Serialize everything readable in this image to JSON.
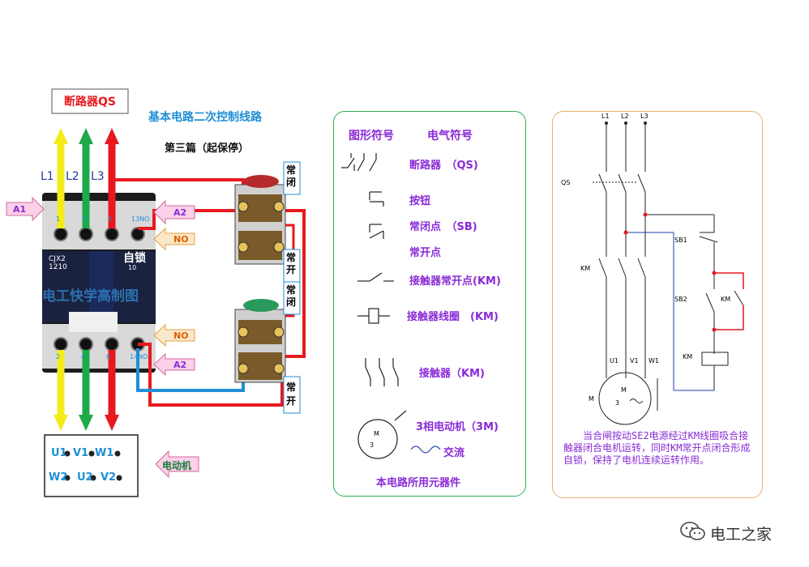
{
  "left": {
    "qs_label": "断路器QS",
    "title": "基本电路二次控制线路",
    "subtitle": "第三篇（起保停）",
    "l1": "L1",
    "l2": "L2",
    "l3": "L3",
    "a1": "A1",
    "a2_top": "A2",
    "no_top": "NO",
    "a2_bottom": "A2",
    "no_bottom": "NO",
    "self_lock": "自锁",
    "model": "CJX2\n1210",
    "model_sub": "10",
    "watermark": "电工快学高制图",
    "nc_label": "常\n闭",
    "no_label_top": "常\n开",
    "nc_label2": "常\n闭",
    "no_label_bottom": "常\n开",
    "motor_box": "电动机",
    "terms": [
      "U1",
      "V1",
      "W1",
      "W2",
      "U2",
      "V2"
    ],
    "top_terms": [
      "1",
      "3",
      "5",
      "13NO"
    ],
    "bottom_terms": [
      "2",
      "4",
      "6",
      "14NO"
    ]
  },
  "middle": {
    "col1": "图形符号",
    "col2": "电气符号",
    "rows": [
      "断路器　（QS)",
      "按钮",
      "常闭点　（SB)",
      "常开点",
      "接触器常开点(KM)",
      "接触器线圈　(KM)",
      "接触器（KM)",
      "3相电动机（3M)",
      "交流"
    ],
    "footer": "本电路所用元器件",
    "motor_sym": "M",
    "motor_num": "3"
  },
  "right": {
    "labels": {
      "l1": "L1",
      "l2": "L2",
      "l3": "L3",
      "qs": "QS",
      "km": "KM",
      "sb1": "SB1",
      "sb2": "SB2",
      "km_coil": "KM",
      "km_aux": "KM",
      "u1": "U1",
      "v1": "V1",
      "w1": "W1",
      "m": "M",
      "m2": "M",
      "three": "3"
    },
    "description": "当合闸按动SE2电源经过KM线圈吸合接触器闭合电机运转，同时KM常开点闭合形成自锁，保持了电机连续运转作用。"
  },
  "brand": "电工之家",
  "colors": {
    "red": "#e8191e",
    "green": "#1eaa4a",
    "yellow": "#f3ec1b",
    "blue": "#1f8fd6",
    "purple": "#8a2bd6",
    "dark_blue": "#203a9c",
    "panel_green": "#2fae50",
    "panel_orange": "#e5b26a"
  }
}
